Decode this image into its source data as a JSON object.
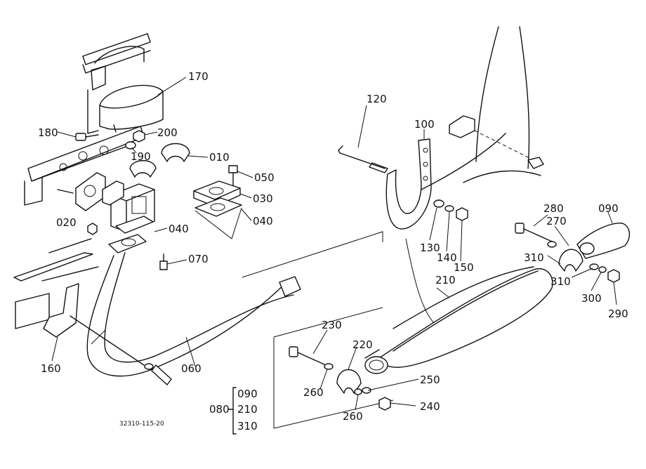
{
  "figure_code": "32310-115-20",
  "parts": [
    {
      "id": "170",
      "label": "170"
    },
    {
      "id": "180",
      "label": "180"
    },
    {
      "id": "200",
      "label": "200"
    },
    {
      "id": "190",
      "label": "190"
    },
    {
      "id": "010",
      "label": "010"
    },
    {
      "id": "050",
      "label": "050"
    },
    {
      "id": "030",
      "label": "030"
    },
    {
      "id": "040a",
      "label": "040"
    },
    {
      "id": "040b",
      "label": "040"
    },
    {
      "id": "020",
      "label": "020"
    },
    {
      "id": "070",
      "label": "070"
    },
    {
      "id": "160",
      "label": "160"
    },
    {
      "id": "060",
      "label": "060"
    },
    {
      "id": "120",
      "label": "120"
    },
    {
      "id": "100",
      "label": "100"
    },
    {
      "id": "130",
      "label": "130"
    },
    {
      "id": "140",
      "label": "140"
    },
    {
      "id": "150",
      "label": "150"
    },
    {
      "id": "210",
      "label": "210"
    },
    {
      "id": "280",
      "label": "280"
    },
    {
      "id": "270",
      "label": "270"
    },
    {
      "id": "090",
      "label": "090"
    },
    {
      "id": "310a",
      "label": "310"
    },
    {
      "id": "310b",
      "label": "310"
    },
    {
      "id": "300",
      "label": "300"
    },
    {
      "id": "290",
      "label": "290"
    },
    {
      "id": "230",
      "label": "230"
    },
    {
      "id": "220",
      "label": "220"
    },
    {
      "id": "250",
      "label": "250"
    },
    {
      "id": "260a",
      "label": "260"
    },
    {
      "id": "260b",
      "label": "260"
    },
    {
      "id": "240",
      "label": "240"
    }
  ],
  "assembly": {
    "label": "080",
    "components": [
      "090",
      "210",
      "310"
    ]
  }
}
